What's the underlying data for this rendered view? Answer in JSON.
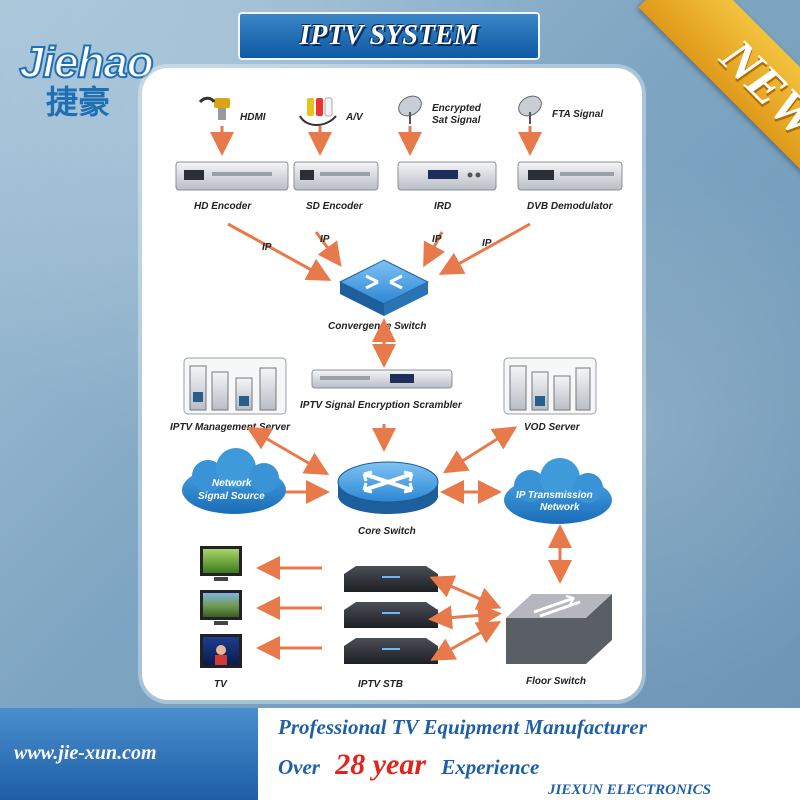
{
  "header": {
    "title": "IPTV SYSTEM",
    "ribbon": "NEW"
  },
  "logo": {
    "latin": "Jiehao",
    "chinese": "捷豪",
    "registered": "®"
  },
  "inputs": {
    "hdmi": "HDMI",
    "av": "A/V",
    "encrypted_line1": "Encrypted",
    "encrypted_line2": "Sat Signal",
    "fta": "FTA Signal"
  },
  "devices": {
    "hd_encoder": "HD Encoder",
    "sd_encoder": "SD Encoder",
    "ird": "IRD",
    "dvb_demodulator": "DVB Demodulator",
    "convergence_switch": "Convergence Switch",
    "management_server": "IPTV Management Server",
    "scrambler": "IPTV Signal Encryption Scrambler",
    "vod_server": "VOD Server",
    "core_switch": "Core Switch",
    "network_source_line1": "Network",
    "network_source_line2": "Signal Source",
    "ip_transmission_line1": "IP Transmission",
    "ip_transmission_line2": "Network",
    "tv": "TV",
    "stb": "IPTV STB",
    "floor_switch": "Floor Switch"
  },
  "links": {
    "ip": "IP"
  },
  "footer": {
    "url": "www.jie-xun.com",
    "tagline": "Professional TV Equipment Manufacturer",
    "over": "Over",
    "years": "28 year",
    "experience": "Experience",
    "company": "JIEXUN ELECTRONICS"
  },
  "colors": {
    "arrow": "#e8794a",
    "accent_blue": "#1e6fb3",
    "ribbon": "#f0b12c",
    "years_red": "#e2241b"
  }
}
